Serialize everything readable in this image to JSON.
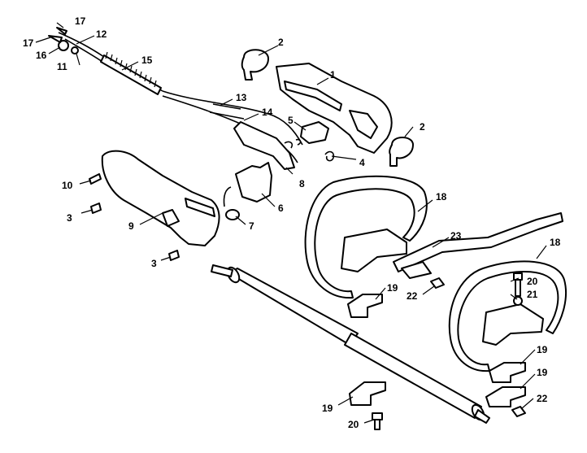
{
  "callouts": {
    "c1": "1",
    "c2a": "2",
    "c2b": "2",
    "c3a": "3",
    "c3b": "3",
    "c4": "4",
    "c5": "5",
    "c6": "6",
    "c7": "7",
    "c8": "8",
    "c9": "9",
    "c10": "10",
    "c11": "11",
    "c12": "12",
    "c13": "13",
    "c14": "14",
    "c15": "15",
    "c16": "16",
    "c17a": "17",
    "c17b": "17",
    "c18a": "18",
    "c18b": "18",
    "c19a": "19",
    "c19b": "19",
    "c19c": "19",
    "c19d": "19",
    "c20a": "20",
    "c20b": "20",
    "c21": "21",
    "c22a": "22",
    "c22b": "22",
    "c23": "23"
  },
  "colors": {
    "line": "#000000",
    "background": "#ffffff"
  }
}
